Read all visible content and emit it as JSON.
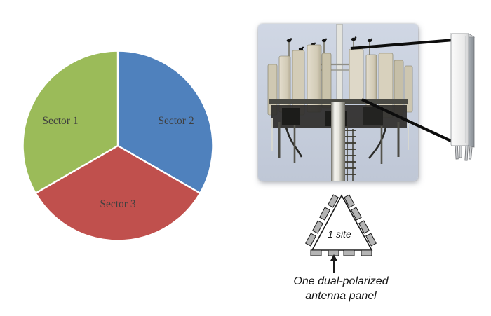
{
  "page": {
    "background": "#ffffff"
  },
  "chart_data": {
    "type": "pie",
    "title": "",
    "labels": [
      "Sector 1",
      "Sector 2",
      "Sector 3"
    ],
    "values": [
      33.33,
      33.33,
      33.33
    ],
    "colors": [
      "#9bbb59",
      "#4f81bd",
      "#c0504d"
    ],
    "label_color": "#404040",
    "slice_border_color": "#ffffff",
    "start_angle_deg": 0,
    "direction": "clockwise",
    "legend": "none",
    "labels_position": "inside"
  },
  "tower_photo": {
    "description": "cell-tower-with-antenna-panels-photo",
    "sky_color": "#c8d0de"
  },
  "panel_illustration": {
    "description": "dual-polarized-antenna-panel-3d-drawing",
    "body_color": "#ececec",
    "side_color": "#9ba0a6",
    "callout_color": "#0d0d0d"
  },
  "site_diagram": {
    "site_label": "1 site",
    "panels_per_side": 4,
    "total_panels": 12,
    "panel_color": "#b4b4b4",
    "outline_color": "#1a1a1a"
  },
  "caption": {
    "line1": "One dual-polarized",
    "line2": "antenna panel"
  }
}
